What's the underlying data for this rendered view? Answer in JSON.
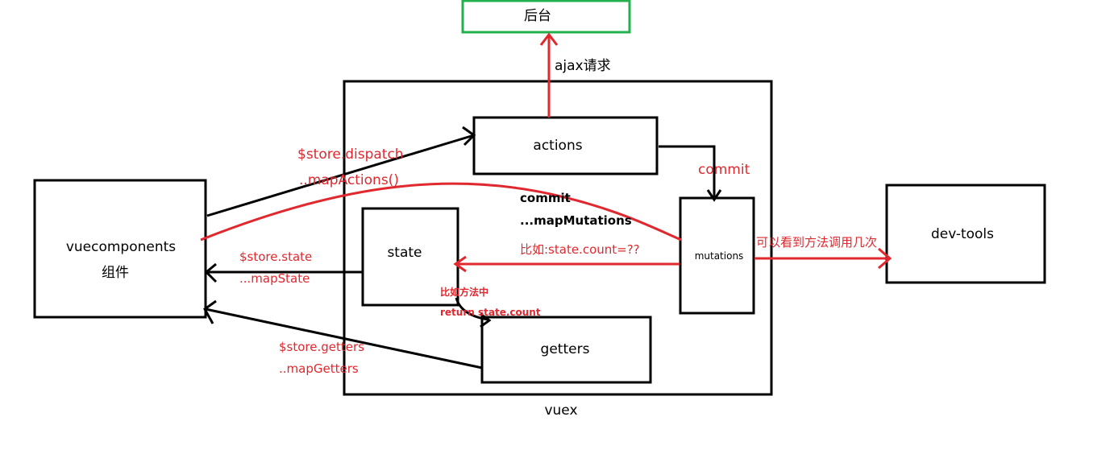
{
  "nodes": {
    "backend": "后台",
    "actions": "actions",
    "mutations": "mutations",
    "state": "state",
    "getters": "getters",
    "components_line1": "vuecomponents",
    "components_line2": "组件",
    "devtools": "dev-tools",
    "vuex": "vuex"
  },
  "edges": {
    "ajax": "ajax请求",
    "dispatch": "$store.dispatch",
    "map_actions": "..mapActions()",
    "commit_red": "commit",
    "commit_black": "commit",
    "map_mutations": "...mapMutations",
    "state_count": "比如:state.count=??",
    "store_state": "$store.state",
    "map_state": "...mapState",
    "method_in": "比如方法中",
    "return_count": "return state.count",
    "store_getters": "$store.getters",
    "map_getters": "..mapGetters",
    "devtools_note": "可以看到方法调用几次"
  },
  "colors": {
    "black": "#000000",
    "red": "#e0282e",
    "green": "#22b14c"
  }
}
